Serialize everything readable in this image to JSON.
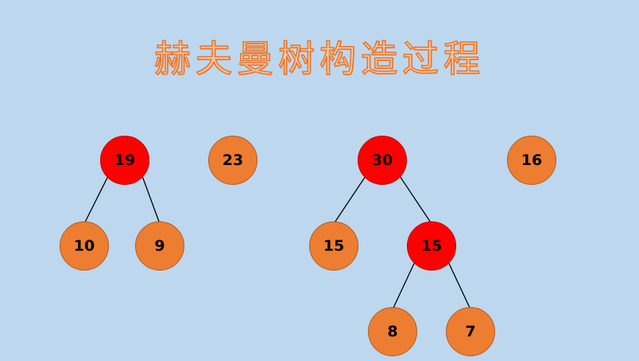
{
  "title": "赫夫曼树构造过程",
  "colors": {
    "background": "#bdd7ee",
    "internal_node": "#ff0000",
    "leaf_node": "#ed7d31",
    "title_fill": "#f8c9a4",
    "title_stroke": "#e8742a"
  },
  "nodes": {
    "n19": "19",
    "n10": "10",
    "n9": "9",
    "n23": "23",
    "n30": "30",
    "n15a": "15",
    "n15b": "15",
    "n8": "8",
    "n7": "7",
    "n16": "16"
  }
}
